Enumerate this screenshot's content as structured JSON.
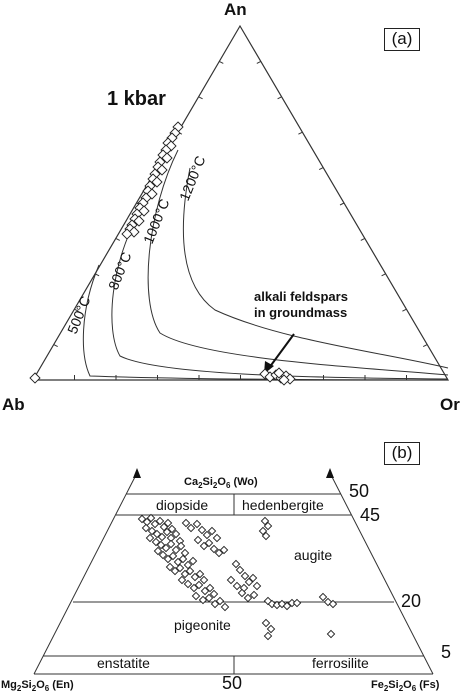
{
  "panel_a": {
    "label": "(a)",
    "apex_top": "An",
    "apex_left": "Ab",
    "apex_right": "Or",
    "pressure": "1 kbar",
    "isotherms": [
      "500°C",
      "800°C",
      "1000°C",
      "1200°C"
    ],
    "annotation_line1": "alkali feldspars",
    "annotation_line2": "in groundmass"
  },
  "panel_b": {
    "label": "(b)",
    "apex_top_prefix": "Ca",
    "apex_top_sub1": "2",
    "apex_top_mid": "Si",
    "apex_top_sub2": "2",
    "apex_top_o": "O",
    "apex_top_sub3": "6",
    "apex_top_suffix": " (Wo)",
    "apex_left_prefix": "Mg",
    "apex_left_sub1": "2",
    "apex_left_mid": "Si",
    "apex_left_sub2": "2",
    "apex_left_o": "O",
    "apex_left_sub3": "6",
    "apex_left_suffix": " (En)",
    "apex_right_prefix": "Fe",
    "apex_right_sub1": "2",
    "apex_right_mid": "Si",
    "apex_right_sub2": "2",
    "apex_right_o": "O",
    "apex_right_sub3": "6",
    "apex_right_suffix": " (Fs)",
    "fields": [
      "diopside",
      "hedenbergite",
      "augite",
      "pigeonite",
      "enstatite",
      "ferrosilite"
    ],
    "tick_50_top": "50",
    "tick_45": "45",
    "tick_20": "20",
    "tick_5": "5",
    "tick_50_bottom": "50"
  }
}
